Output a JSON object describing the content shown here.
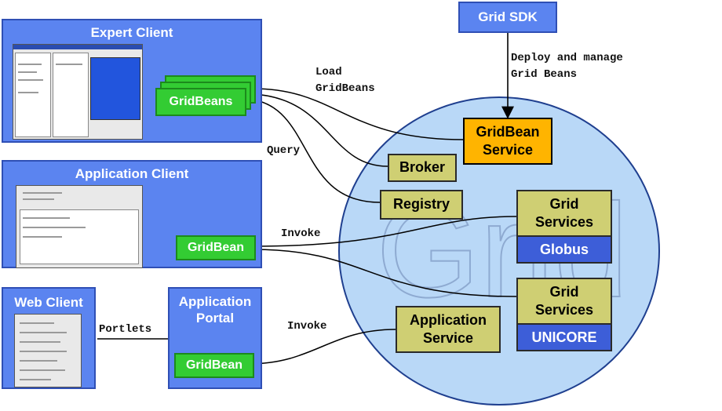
{
  "sdk": {
    "title": "Grid SDK",
    "note": "Deploy and manage\nGrid Beans"
  },
  "clients": {
    "expert": {
      "title": "Expert Client",
      "bean": "GridBeans"
    },
    "application": {
      "title": "Application Client",
      "bean": "GridBean"
    },
    "web": {
      "title": "Web Client"
    },
    "portal": {
      "title": "Application\nPortal",
      "bean": "GridBean"
    }
  },
  "edge_labels": {
    "load": "Load\nGridBeans",
    "query": "Query",
    "invoke1": "Invoke",
    "portlets": "Portlets",
    "invoke2": "Invoke"
  },
  "grid": {
    "watermark": "Grid",
    "gridbean_service": "GridBean\nService",
    "broker": "Broker",
    "registry": "Registry",
    "services_globus": {
      "label": "Grid\nServices",
      "sub": "Globus"
    },
    "services_unicore": {
      "label": "Grid\nServices",
      "sub": "UNICORE"
    },
    "application_service": "Application\nService"
  },
  "colors": {
    "client_bg": "#5b84f0",
    "grid_circle": "#b9d8f7",
    "gridbean_green": "#33cc33",
    "service_olive": "#cfcf73",
    "gridbean_service_orange": "#ffb400",
    "middleware_blue": "#3d5ed8"
  }
}
